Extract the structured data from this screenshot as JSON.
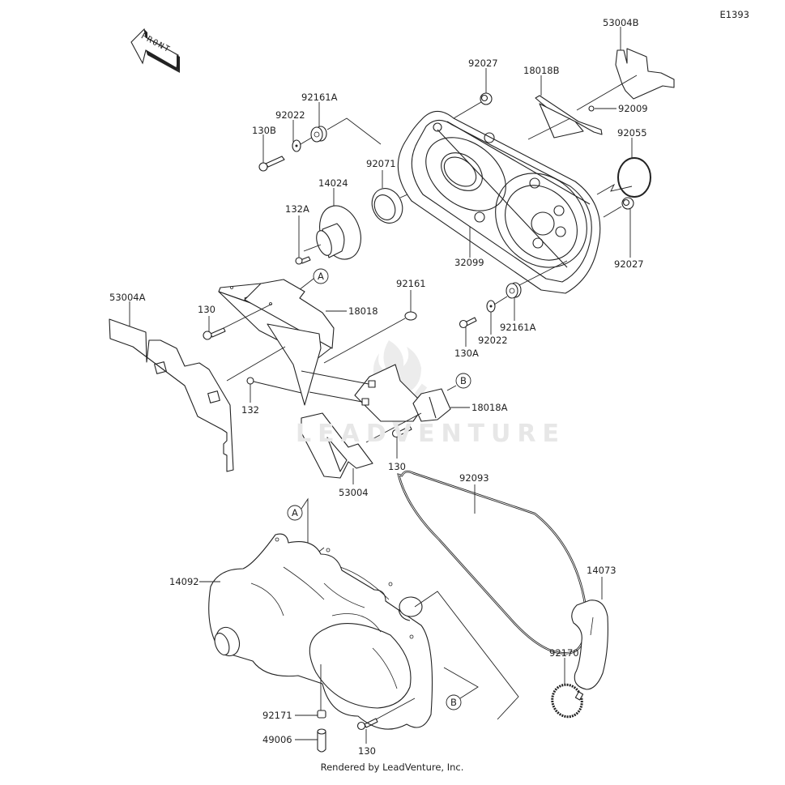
{
  "diagram_id": "E1393",
  "front_arrow_label": "FRONT",
  "watermark": "LEADVENTURE",
  "credit": "Rendered by LeadVenture, Inc.",
  "callouts": {
    "a": "A",
    "b": "B"
  },
  "parts": {
    "p53004B": "53004B",
    "p92027_top": "92027",
    "p18018B": "18018B",
    "p92009": "92009",
    "p92055": "92055",
    "p92161A_top": "92161A",
    "p92022_top": "92022",
    "p130B": "130B",
    "p92071": "92071",
    "p14024": "14024",
    "p132A": "132A",
    "p32099": "32099",
    "p92027_right": "92027",
    "p53004A": "53004A",
    "p130_left": "130",
    "p18018": "18018",
    "p92161": "92161",
    "p92161A_bottom": "92161A",
    "p92022_bottom": "92022",
    "p130A": "130A",
    "p132": "132",
    "p18018A": "18018A",
    "p130_mid": "130",
    "p53004": "53004",
    "p92093": "92093",
    "p14092": "14092",
    "p14073": "14073",
    "p92170": "92170",
    "p92171": "92171",
    "p49006": "49006",
    "p130_bottom": "130"
  }
}
